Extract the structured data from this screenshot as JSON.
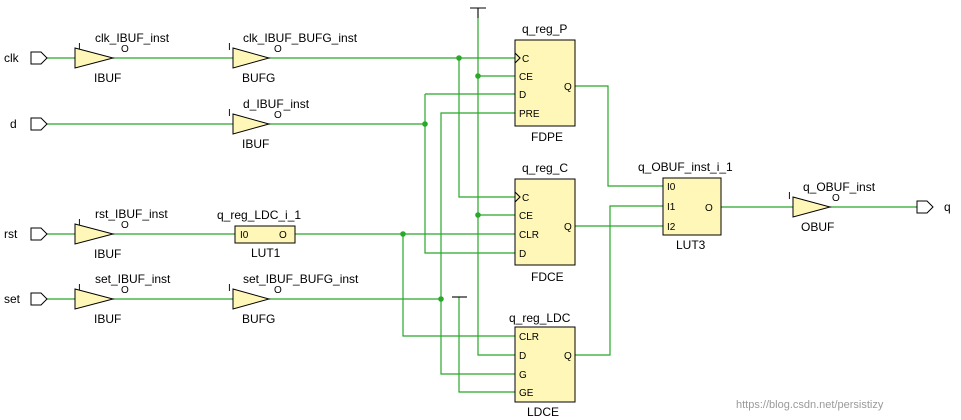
{
  "ports": {
    "clk": "clk",
    "d": "d",
    "rst": "rst",
    "set": "set",
    "q": "q"
  },
  "buffers": {
    "clk_ibuf": {
      "name": "clk_IBUF_inst",
      "type": "IBUF",
      "pin_i": "I",
      "pin_o": "O"
    },
    "clk_bufg": {
      "name": "clk_IBUF_BUFG_inst",
      "type": "BUFG",
      "pin_i": "I",
      "pin_o": "O"
    },
    "d_ibuf": {
      "name": "d_IBUF_inst",
      "type": "IBUF",
      "pin_i": "I",
      "pin_o": "O"
    },
    "rst_ibuf": {
      "name": "rst_IBUF_inst",
      "type": "IBUF",
      "pin_i": "I",
      "pin_o": "O"
    },
    "set_ibuf": {
      "name": "set_IBUF_inst",
      "type": "IBUF",
      "pin_i": "I",
      "pin_o": "O"
    },
    "set_bufg": {
      "name": "set_IBUF_BUFG_inst",
      "type": "BUFG",
      "pin_i": "I",
      "pin_o": "O"
    },
    "q_obuf": {
      "name": "q_OBUF_inst",
      "type": "OBUF",
      "pin_i": "I",
      "pin_o": "O"
    }
  },
  "cells": {
    "lut1": {
      "name": "q_reg_LDC_i_1",
      "type": "LUT1",
      "pins_in": [
        "I0"
      ],
      "pin_out": "O"
    },
    "fdpe": {
      "name": "q_reg_P",
      "type": "FDPE",
      "pins_in": [
        "C",
        "CE",
        "D",
        "PRE"
      ],
      "pin_out": "Q"
    },
    "fdce": {
      "name": "q_reg_C",
      "type": "FDCE",
      "pins_in": [
        "C",
        "CE",
        "CLR",
        "D"
      ],
      "pin_out": "Q"
    },
    "ldce": {
      "name": "q_reg_LDC",
      "type": "LDCE",
      "pins_in": [
        "CLR",
        "D",
        "G",
        "GE"
      ],
      "pin_out": "Q"
    },
    "lut3": {
      "name": "q_OBUF_inst_i_1",
      "type": "LUT3",
      "pins_in": [
        "I0",
        "I1",
        "I2"
      ],
      "pin_out": "O"
    }
  },
  "watermark": "https://blog.csdn.net/persistizy",
  "colors": {
    "wire": "#29a829",
    "cell_fill": "#fff7b8",
    "outline": "#000000"
  }
}
